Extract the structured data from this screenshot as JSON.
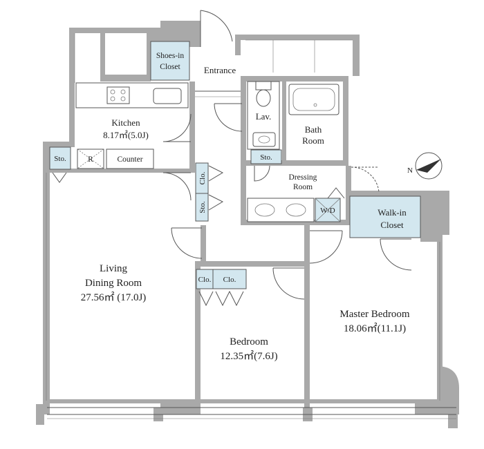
{
  "colors": {
    "wall": "#a9a9a9",
    "floor": "#ffffff",
    "storage": "#d3e7ef",
    "line": "#555555",
    "text": "#222222"
  },
  "rooms": {
    "living": {
      "line1": "Living",
      "line2": "Dining Room",
      "area": "27.56㎡ (17.0J)"
    },
    "kitchen": {
      "name": "Kitchen",
      "area": "8.17㎡(5.0J)"
    },
    "bedroom": {
      "name": "Bedroom",
      "area": "12.35㎡(7.6J)"
    },
    "master": {
      "name": "Master Bedroom",
      "area": "18.06㎡(11.1J)"
    },
    "entrance": {
      "name": "Entrance"
    },
    "shoes_closet": {
      "line1": "Shoes-in",
      "line2": "Closet"
    },
    "lav": {
      "name": "Lav."
    },
    "bath": {
      "line1": "Bath",
      "line2": "Room"
    },
    "dressing": {
      "line1": "Dressing",
      "line2": "Room"
    },
    "walkin": {
      "line1": "Walk-in",
      "line2": "Closet"
    }
  },
  "labels": {
    "sto_kitchen": "Sto.",
    "refrigerator": "R",
    "counter": "Counter",
    "clo_hall": "Clo.",
    "sto_hall": "Sto.",
    "sto_bath": "Sto.",
    "wd": "W/D",
    "clo_bed_small": "Clo.",
    "clo_bed": "Clo."
  },
  "compass": {
    "letter": "N"
  }
}
